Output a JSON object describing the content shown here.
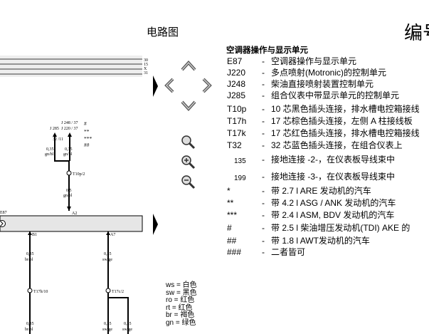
{
  "header": {
    "title": "电路图",
    "code": "编号"
  },
  "diagram": {
    "bus_pins": [
      "30",
      "15",
      "X",
      "31"
    ],
    "e87_label": "E87",
    "j285_label": "J 285",
    "j248_label": "J 248 / 37",
    "j220_label": "J 220 / 37",
    "j285_pin": "32 /11",
    "marks": [
      "#",
      "**",
      "***",
      "##"
    ],
    "w1_size": "0,35",
    "w1_color": "gn/bl",
    "w2_size": "0,35",
    "w2_color": "gn/bl",
    "t10p_label": "T10p/2",
    "w3_size": "0,5",
    "w3_color": "gn/bl",
    "a2_label": "A2",
    "b1_label": "B1",
    "a7_label": "A7",
    "w4_size": "0,35",
    "w4_color": "br/bl",
    "w5_size": "0,35",
    "w5_color": "sw/ge",
    "t17h_label": "T17h/10",
    "t17c_label": "T17c/2",
    "w6_size": "0,35",
    "w6_color": "br/bl",
    "w7_size": "0,35",
    "w7_color": "sw/ge",
    "w8_size": "0,35",
    "w8_color": "sw/ge"
  },
  "legend": {
    "title": "空调器操作与显示单元",
    "items": [
      {
        "code": "E87",
        "dash": "-",
        "desc": "空调器操作与显示单元"
      },
      {
        "code": "J220",
        "dash": "-",
        "desc": "多点喷射(Motronic)的控制单元"
      },
      {
        "code": "J248",
        "dash": "-",
        "desc": "柴油直接喷射装置控制单元"
      },
      {
        "code": "J285",
        "dash": "-",
        "desc": "组合仪表中带显示单元的控制单元"
      },
      {
        "code": "T10p",
        "dash": "-",
        "desc": "10 芯黑色插头连接，排水槽电控箱接线"
      },
      {
        "code": "T17h",
        "dash": "-",
        "desc": "17 芯棕色插头连接，左侧 A 柱接线板"
      },
      {
        "code": "T17k",
        "dash": "-",
        "desc": "17 芯红色插头连接，排水槽电控箱接线"
      },
      {
        "code": "T32",
        "dash": "-",
        "desc": "32 芯蓝色插头连接，在组合仪表上"
      },
      {
        "code": "135",
        "dash": "-",
        "desc": "接地连接 -2-，在仪表板导线束中"
      },
      {
        "code": "199",
        "dash": "-",
        "desc": "接地连接 -3-，在仪表板导线束中"
      },
      {
        "code": "*",
        "dash": "-",
        "desc": "带 2.7 l ARE 发动机的汽车"
      },
      {
        "code": "**",
        "dash": "-",
        "desc": "带 4.2 l ASG / ANK 发动机的汽车"
      },
      {
        "code": "***",
        "dash": "-",
        "desc": "带 2.4 l ASM, BDV 发动机的汽车"
      },
      {
        "code": "#",
        "dash": "-",
        "desc": "带 2.5 l 柴油增压发动机(TDI) AKE 的"
      },
      {
        "code": "##",
        "dash": "-",
        "desc": "带 1.8 l AWT发动机的汽车"
      },
      {
        "code": "###",
        "dash": "-",
        "desc": "二者皆可"
      }
    ]
  },
  "color_key": [
    {
      "abbr": "ws",
      "name": "白色"
    },
    {
      "abbr": "sw",
      "name": "黑色"
    },
    {
      "abbr": "ro",
      "name": "红色"
    },
    {
      "abbr": "rt",
      "name": "红色"
    },
    {
      "abbr": "br",
      "name": "褐色"
    },
    {
      "abbr": "gn",
      "name": "绿色"
    }
  ]
}
